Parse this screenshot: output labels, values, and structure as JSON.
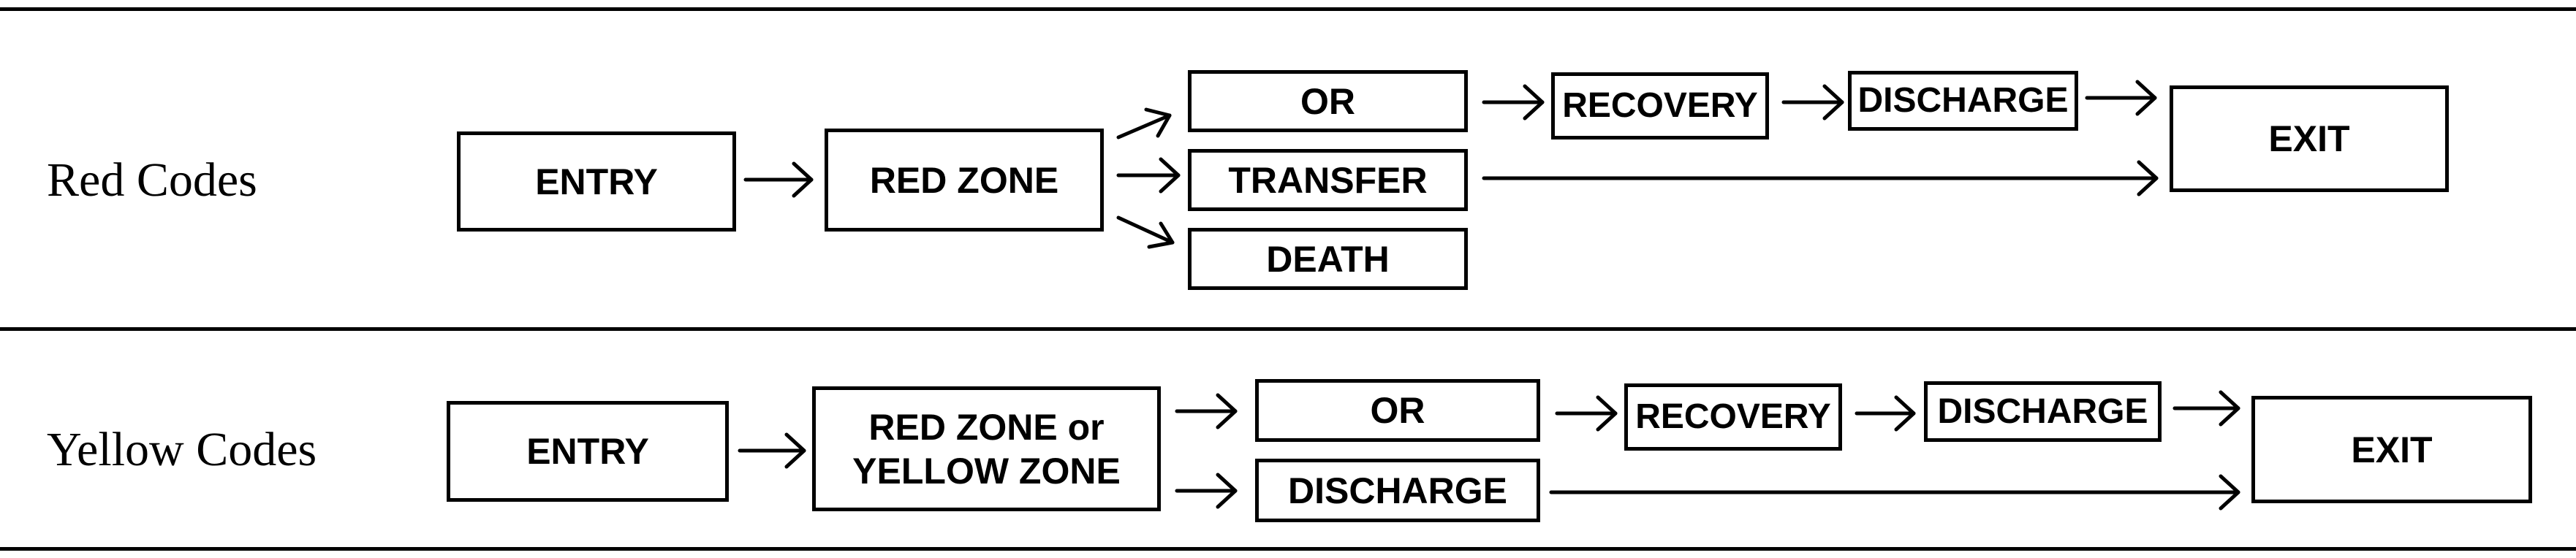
{
  "red_codes": {
    "label": "Red Codes",
    "entry": "ENTRY",
    "zone": "RED ZONE",
    "or": "OR",
    "transfer": "TRANSFER",
    "death": "DEATH",
    "recovery": "RECOVERY",
    "discharge": "DISCHARGE",
    "exit": "EXIT"
  },
  "yellow_codes": {
    "label": "Yellow Codes",
    "entry": "ENTRY",
    "zone_line1": "RED ZONE or",
    "zone_line2": "YELLOW ZONE",
    "or": "OR",
    "discharge_direct": "DISCHARGE",
    "recovery": "RECOVERY",
    "discharge": "DISCHARGE",
    "exit": "EXIT"
  }
}
